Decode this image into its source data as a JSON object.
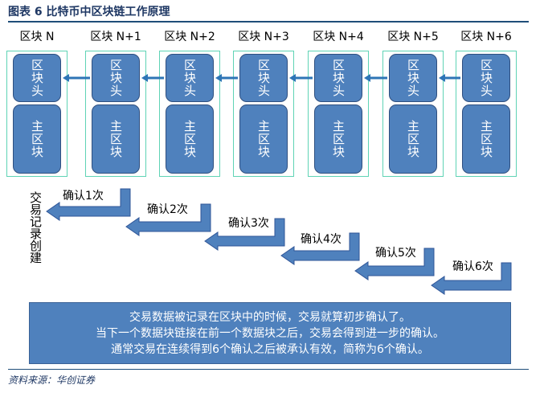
{
  "title": "图表 6 比特币中区块链工作原理",
  "blocks": [
    {
      "label": "区块 N",
      "header": "区块头",
      "body": "主区块"
    },
    {
      "label": "区块 N+1",
      "header": "区块头",
      "body": "主区块"
    },
    {
      "label": "区块 N+2",
      "header": "区块头",
      "body": "主区块"
    },
    {
      "label": "区块 N+3",
      "header": "区块头",
      "body": "主区块"
    },
    {
      "label": "区块 N+4",
      "header": "区块头",
      "body": "主区块"
    },
    {
      "label": "区块 N+5",
      "header": "区块头",
      "body": "主区块"
    },
    {
      "label": "区块 N+6",
      "header": "区块头",
      "body": "主区块"
    }
  ],
  "creation_label": "交易记录创建",
  "confirmations": [
    "确认1次",
    "确认2次",
    "确认3次",
    "确认4次",
    "确认5次",
    "确认6次"
  ],
  "summary": {
    "line1": "交易数据被记录在区块中的时候，交易就算初步确认了。",
    "line2": "当下一个数据块链接在前一个数据块之后，交易会得到进一步的确认。",
    "line3": "通常交易在连续得到6个确认之后被承认有效，简称为6个确认。"
  },
  "source": "资料来源：华创证券",
  "colors": {
    "block": "#4f81bd",
    "outline": "#5fd3b5",
    "arrow": "#4f81bd"
  }
}
